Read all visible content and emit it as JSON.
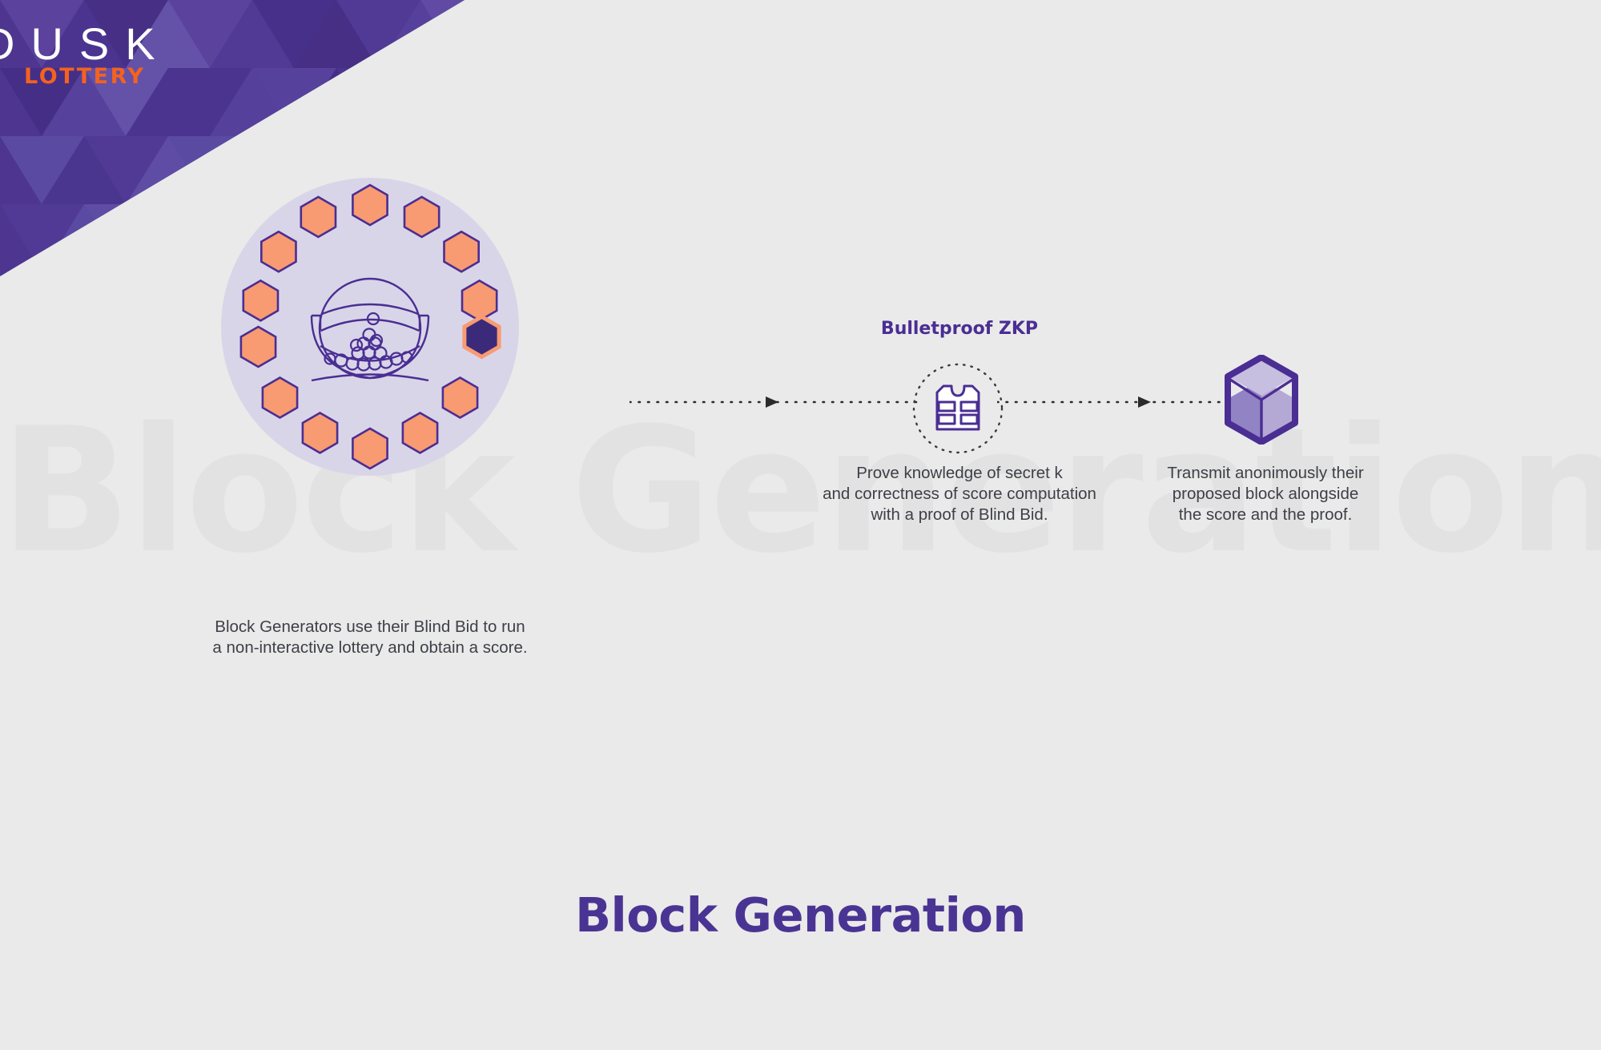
{
  "brand": {
    "name": "DUSK",
    "subtitle": "LOTTERY",
    "corner_color": "#4d3590",
    "accent_color": "#f4621f",
    "text_color": "#ffffff"
  },
  "background": {
    "color": "#eaeaea",
    "watermark_text": "Block Generation",
    "watermark_color": "#e2e2e2"
  },
  "page_title": {
    "text": "Block Generation",
    "color": "#4a3493"
  },
  "steps": [
    {
      "id": "lottery",
      "icon_name": "lottery-machine-icon",
      "disc_color": "#d9d5e8",
      "hexagon_color": "#f89a72",
      "hexagon_border": "#4a2e93",
      "active_hexagon_fill": "#3b2a7a",
      "active_hexagon_border": "#f89a72",
      "hexagon_count": 14,
      "caption": "Block Generators use their Blind Bid to run\na non-interactive lottery and obtain a score."
    },
    {
      "id": "zkp",
      "title": "Bulletproof ZKP",
      "title_color": "#4a2e93",
      "icon_name": "bulletproof-vest-icon",
      "icon_color": "#4a2e93",
      "caption": "Prove knowledge of secret k\nand correctness of score computation\nwith a proof of Blind Bid."
    },
    {
      "id": "block",
      "icon_name": "cube-block-icon",
      "cube_top_color": "#c7bfdf",
      "cube_left_color": "#9183c4",
      "cube_right_color": "#b4a9d4",
      "cube_outline_color": "#4a2e93",
      "caption": "Transmit anonimously their\nproposed block alongside\nthe score and the proof."
    }
  ],
  "connectors": [
    {
      "id": "connector-1",
      "style": "dotted-arrow",
      "color": "#2b2b2b"
    },
    {
      "id": "connector-2",
      "style": "dotted-arrow",
      "color": "#2b2b2b"
    }
  ]
}
